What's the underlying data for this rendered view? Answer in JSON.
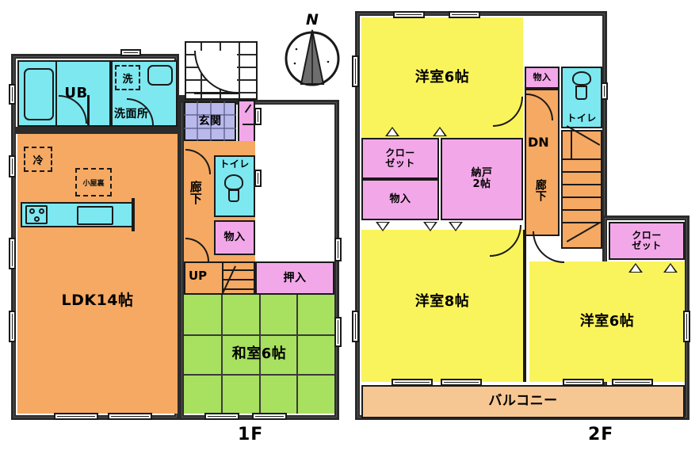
{
  "plan": {
    "title_1f": "1F",
    "title_2f": "2F",
    "compass_label": "N"
  },
  "colors": {
    "ldk_orange": "#F5A962",
    "balcony_orange": "#F7C793",
    "hall_orange": "#F5A962",
    "water_cyan": "#7DE8F0",
    "tatami_green": "#A8E060",
    "bedroom_yellow": "#FAF45C",
    "closet_pink": "#F2A8E8",
    "closet_pink_light": "#F6BCEF",
    "entrance_lavender": "#B9B9EC",
    "wall_black": "#2b2b2b"
  },
  "floor1": {
    "caption": "1F",
    "rooms": [
      {
        "key": "ldk",
        "label": "LDK14帖",
        "fill": "#F5A962"
      },
      {
        "key": "ub",
        "label": "UB",
        "fill": "#7DE8F0"
      },
      {
        "key": "senmenjo",
        "label": "洗面所",
        "fill": "#7DE8F0"
      },
      {
        "key": "washer",
        "label": "洗",
        "fill": "#7DE8F0"
      },
      {
        "key": "genkan",
        "label": "玄関",
        "fill": "#B9B9EC"
      },
      {
        "key": "shoebox",
        "label": "",
        "fill": "#F2A8E8"
      },
      {
        "key": "toilet1",
        "label": "トイレ",
        "fill": "#7DE8F0"
      },
      {
        "key": "monoire1",
        "label": "物入",
        "fill": "#F2A8E8"
      },
      {
        "key": "oshiire",
        "label": "押入",
        "fill": "#F2A8E8"
      },
      {
        "key": "washitsu",
        "label": "和室6帖",
        "fill": "#A8E060"
      },
      {
        "key": "rouka",
        "label": "廊下",
        "fill": "#F5A962"
      },
      {
        "key": "stairs_up",
        "label": "UP",
        "fill": "#F5A962"
      }
    ],
    "fridge_label": "冷",
    "pillar_label": "小屋裏",
    "stair_label": "UP",
    "hall_label": "廊下"
  },
  "floor2": {
    "caption": "2F",
    "rooms": [
      {
        "key": "yoshitsu6a",
        "label": "洋室6帖",
        "fill": "#FAF45C"
      },
      {
        "key": "yoshitsu8",
        "label": "洋室8帖",
        "fill": "#FAF45C"
      },
      {
        "key": "yoshitsu6b",
        "label": "洋室6帖",
        "fill": "#FAF45C"
      },
      {
        "key": "closet_a",
        "label": "クロー\nゼット",
        "fill": "#F2A8E8"
      },
      {
        "key": "closet_b",
        "label": "クロー\nゼット",
        "fill": "#F2A8E8"
      },
      {
        "key": "monoire_a",
        "label": "物入",
        "fill": "#F2A8E8"
      },
      {
        "key": "monoire_b",
        "label": "物入",
        "fill": "#F2A8E8"
      },
      {
        "key": "nando",
        "label": "納戸\n2帖",
        "fill": "#F2A8E8"
      },
      {
        "key": "toilet2",
        "label": "トイレ",
        "fill": "#7DE8F0"
      },
      {
        "key": "hall2",
        "label": "",
        "fill": "#F5A962"
      },
      {
        "key": "balcony",
        "label": "バルコニー",
        "fill": "#F7C793"
      }
    ],
    "stair_label": "DN",
    "hall_label": "廊下"
  }
}
